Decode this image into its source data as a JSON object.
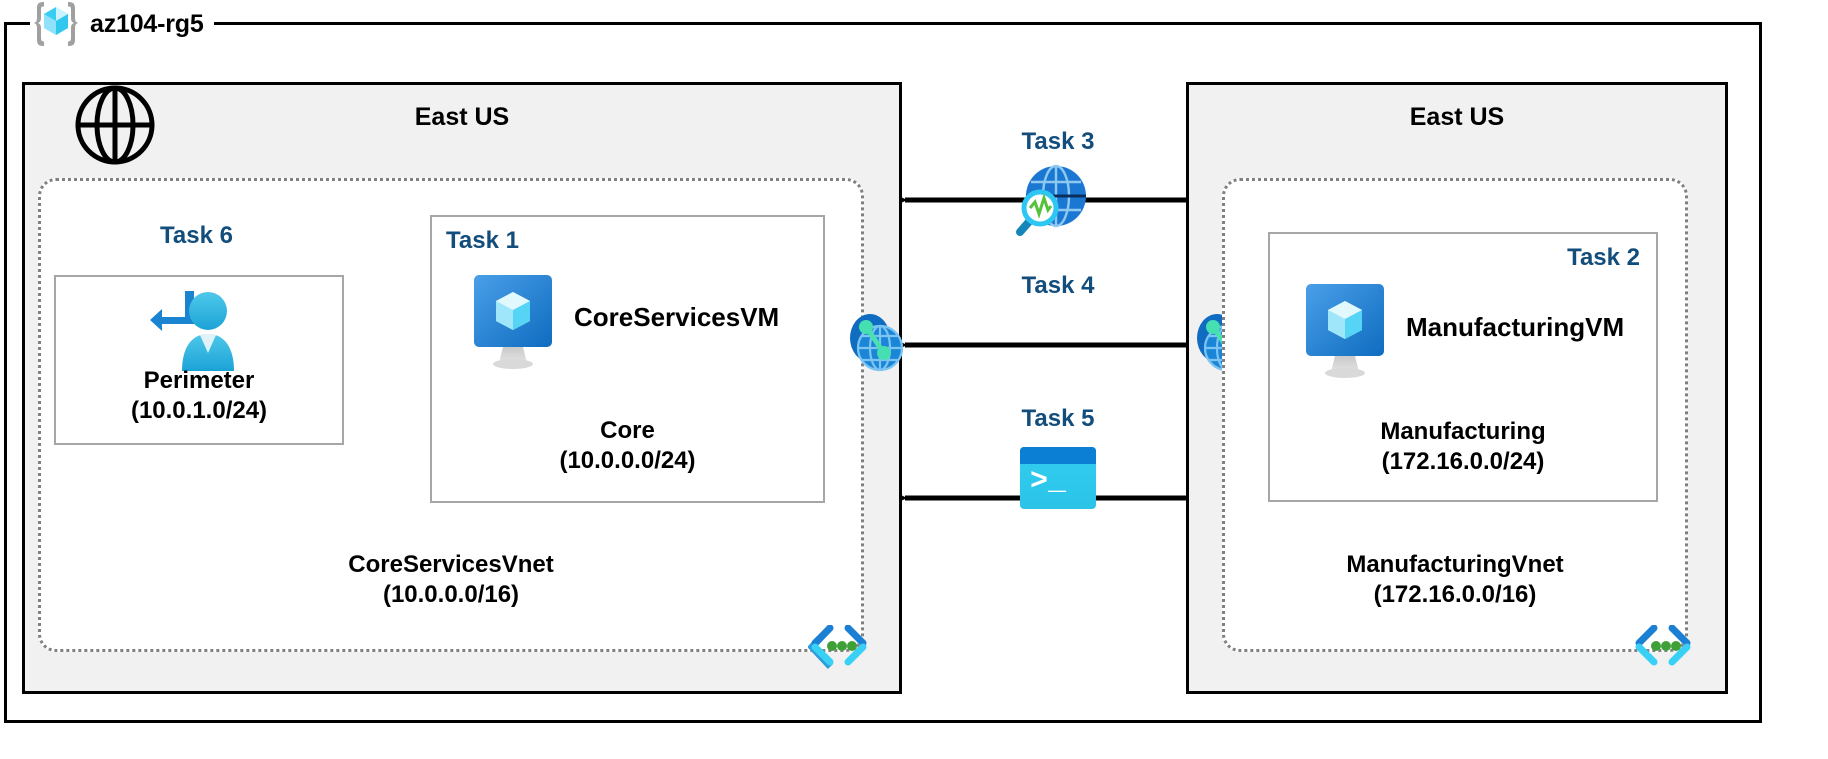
{
  "resource_group": {
    "name": "az104-rg5",
    "icon": "azure-resource-group-icon"
  },
  "regions": [
    {
      "id": "left",
      "title": "East US"
    },
    {
      "id": "right",
      "title": "East US"
    }
  ],
  "internet": {
    "icon": "globe-icon"
  },
  "vnets": [
    {
      "id": "coreservices",
      "name": "CoreServicesVnet",
      "cidr": "(10.0.0.0/16)",
      "marker_icon": "code-brackets-dots-icon"
    },
    {
      "id": "manufacturing",
      "name": "ManufacturingVnet",
      "cidr": "(172.16.0.0/16)",
      "marker_icon": "code-brackets-dots-icon"
    }
  ],
  "subnets": [
    {
      "id": "perimeter",
      "task": "Task 6",
      "name": "Perimeter",
      "cidr": "(10.0.1.0/24)",
      "icon": "user-inbound-icon"
    },
    {
      "id": "core",
      "task": "Task 1",
      "name": "Core",
      "cidr": "(10.0.0.0/24)",
      "vm": {
        "label": "CoreServicesVM",
        "icon": "virtual-machine-icon"
      }
    },
    {
      "id": "manufacturing",
      "task": "Task 2",
      "name": "Manufacturing",
      "cidr": "(172.16.0.0/24)",
      "vm": {
        "label": "ManufacturingVM",
        "icon": "virtual-machine-icon"
      }
    }
  ],
  "center_tasks": [
    {
      "id": "task3",
      "label": "Task 3",
      "icon": "network-watcher-icon"
    },
    {
      "id": "task4",
      "label": "Task 4",
      "icon": "vnet-peering-icon"
    },
    {
      "id": "task5",
      "label": "Task 5",
      "icon": "cloud-shell-icon",
      "prompt": ">_"
    }
  ],
  "peering_icons": [
    {
      "id": "peer-left",
      "icon": "vnet-peering-icon"
    },
    {
      "id": "peer-right",
      "icon": "vnet-peering-icon"
    }
  ],
  "colors": {
    "task_label": "#124D7C",
    "region_fill": "#F1F1F1",
    "border_black": "#000000",
    "vnet_dotted": "#808080",
    "subnet_border": "#A6A6A6",
    "azure_blue": "#0078D4",
    "cyan": "#32CDF0",
    "green_dot": "#3FA037"
  }
}
